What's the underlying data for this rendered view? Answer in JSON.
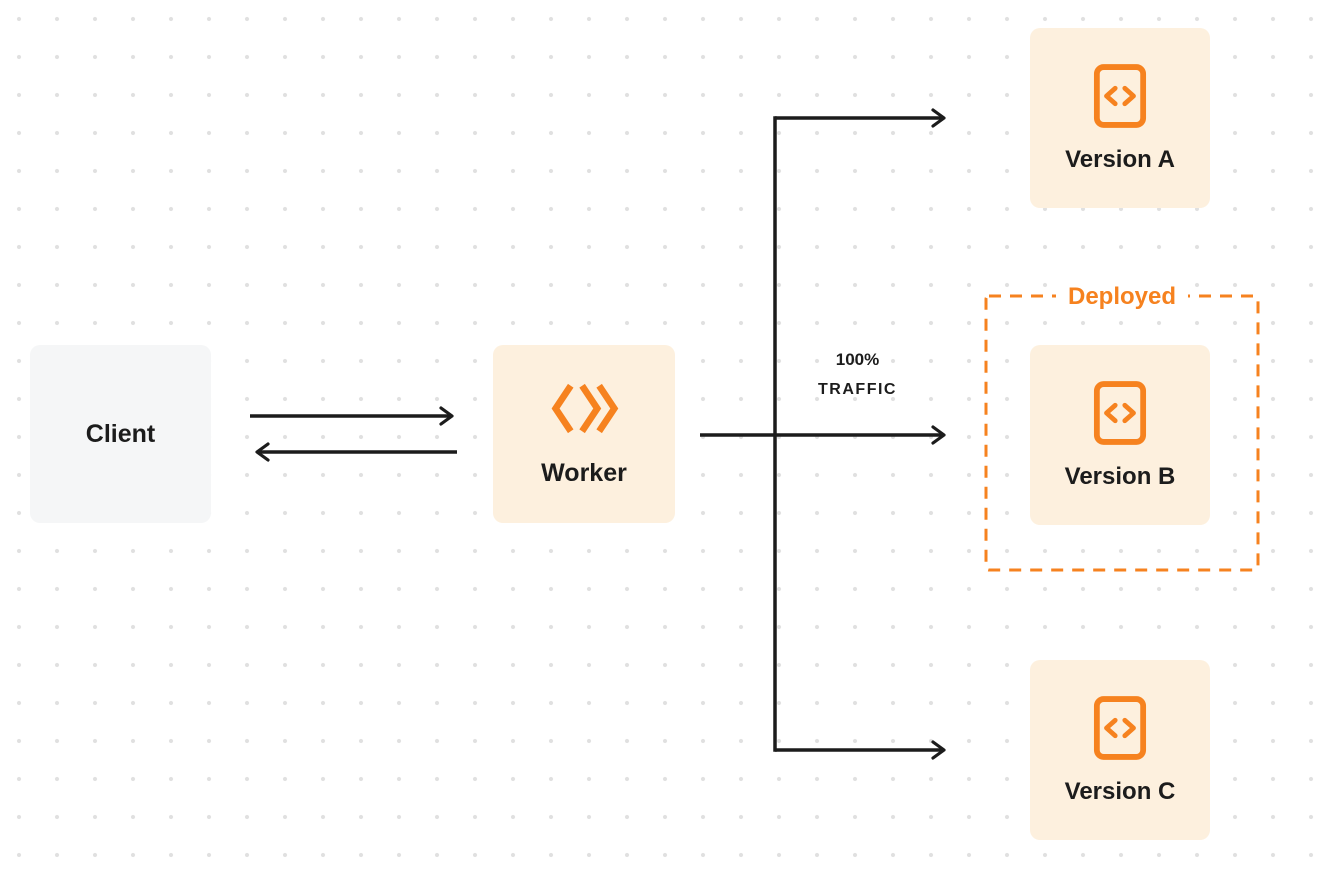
{
  "diagram": {
    "nodes": {
      "client": {
        "label": "Client"
      },
      "worker": {
        "label": "Worker",
        "icon": "workers-logo-icon"
      },
      "version_a": {
        "label": "Version A",
        "icon": "code-brackets-icon"
      },
      "version_b": {
        "label": "Version B",
        "icon": "code-brackets-icon"
      },
      "version_c": {
        "label": "Version C",
        "icon": "code-brackets-icon"
      }
    },
    "edges": [
      {
        "from": "client",
        "to": "worker",
        "type": "arrow"
      },
      {
        "from": "worker",
        "to": "client",
        "type": "arrow"
      },
      {
        "from": "worker",
        "to": "version_a",
        "type": "arrow"
      },
      {
        "from": "worker",
        "to": "version_b",
        "type": "arrow",
        "label": "100% TRAFFIC"
      },
      {
        "from": "worker",
        "to": "version_c",
        "type": "arrow"
      }
    ],
    "traffic_label": {
      "line1": "100%",
      "line2": "TRAFFIC"
    },
    "annotations": {
      "deployed": "Deployed"
    },
    "colors": {
      "orange": "#f6821f",
      "cream": "#fdf0de",
      "client_bg": "#f5f6f7",
      "arrow": "#1c1c1c",
      "text": "#1c1c1c",
      "dot": "#e0e0e0",
      "page_bg": "#ffffff"
    }
  }
}
